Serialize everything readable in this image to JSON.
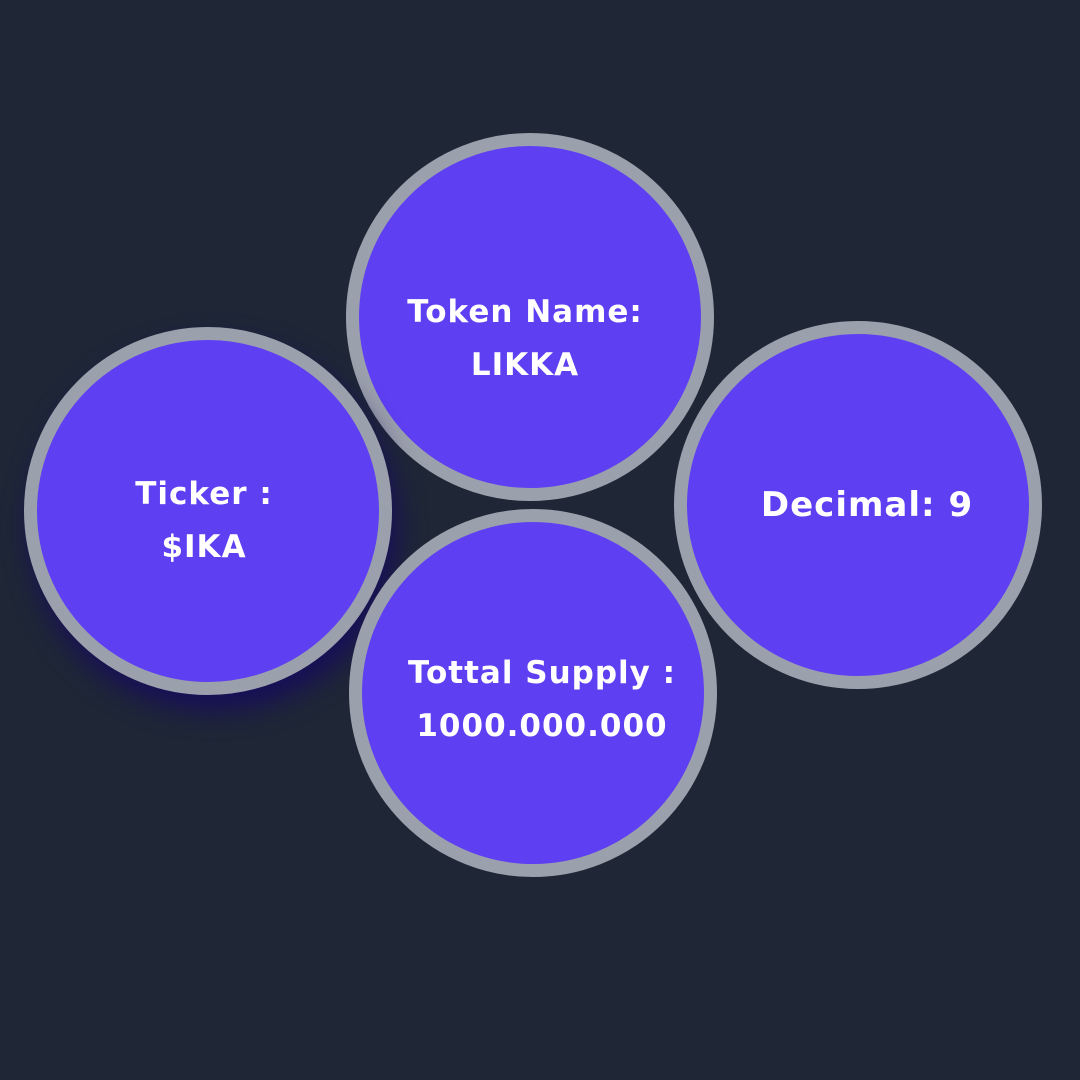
{
  "colors": {
    "background": "#1f2737",
    "circle_fill": "#5e3ff2",
    "circle_border": "#9ba0ad",
    "text": "#ffffff"
  },
  "token_name": {
    "label": "Token Name:",
    "value": "LIKKA"
  },
  "ticker": {
    "label": "Ticker :",
    "value": "$IKA"
  },
  "decimal": {
    "label": "Decimal: 9"
  },
  "total_supply": {
    "label": "Tottal Supply :",
    "value": "1000.000.000"
  }
}
